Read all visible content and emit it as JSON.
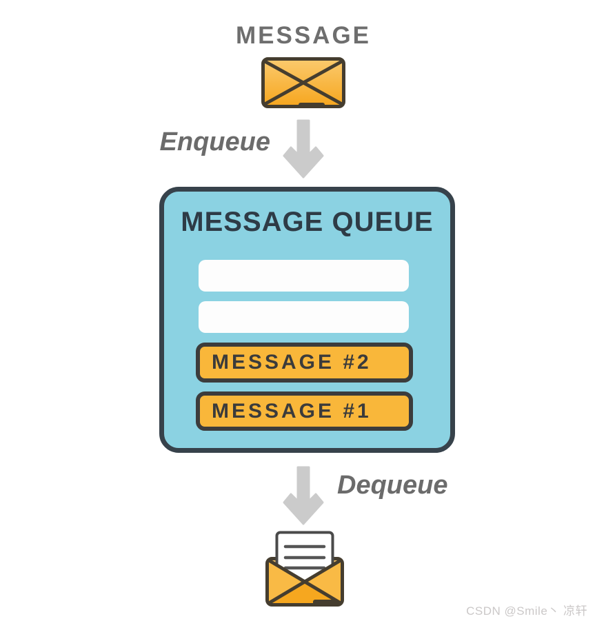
{
  "diagram": {
    "title": "MESSAGE",
    "enqueue_label": "Enqueue",
    "dequeue_label": "Dequeue",
    "queue": {
      "title": "MESSAGE QUEUE",
      "empty_slot_count": 2,
      "messages": [
        {
          "label": "MESSAGE #2"
        },
        {
          "label": "MESSAGE #1"
        }
      ]
    },
    "icons": {
      "top": "closed-envelope-icon",
      "enqueue": "down-arrow-icon",
      "dequeue": "down-arrow-icon",
      "bottom": "open-envelope-icon"
    }
  },
  "colors": {
    "background": "#ffffff",
    "title_gray": "#6e6e6e",
    "flow_label_gray": "#6b6b6b",
    "arrow_gray": "#cbcbcb",
    "queue_fill": "#8bd2e2",
    "queue_border": "#37424b",
    "queue_title_text": "#2e3b46",
    "empty_slot_white": "#fdfdfd",
    "message_slot_fill": "#f9b73a",
    "message_slot_border": "#3c3c3c",
    "message_slot_text": "#3b3b3b",
    "envelope_fill_light": "#fbca6e",
    "envelope_fill_dark": "#f6a61e",
    "envelope_stroke": "#453d2f",
    "watermark_gray": "#cbc8c8"
  },
  "watermark": {
    "text": "CSDN @Smile丶 凉轩"
  }
}
